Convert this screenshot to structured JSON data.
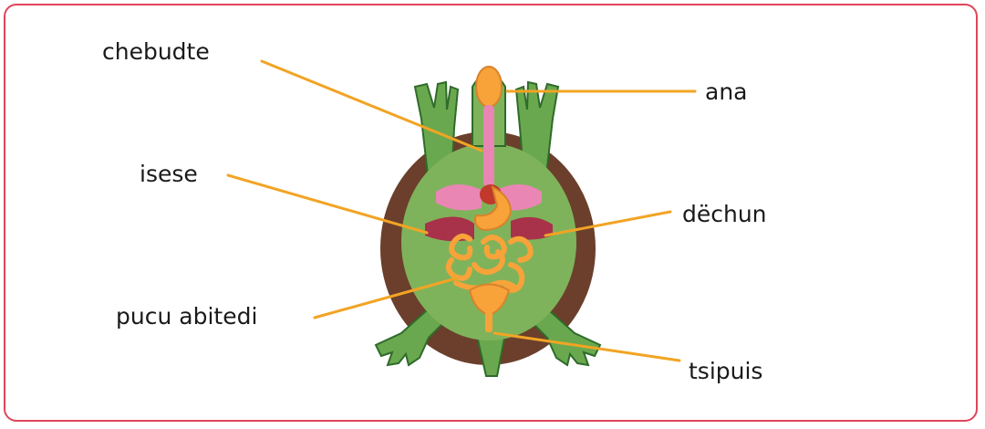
{
  "labels": {
    "chebudte": "chebudte",
    "ana": "ana",
    "isese": "isese",
    "dechun": "dëchun",
    "pucu_abitedi": "pucu abitedi",
    "tsipuis": "tsipuis"
  },
  "colors": {
    "frame": "#e0455a",
    "pointer": "#f2a424",
    "shell": "#6b3f2c",
    "body": "#6aa84f",
    "organ_pink": "#e986b4",
    "organ_orange": "#f7a33a",
    "organ_dark": "#a8324a"
  }
}
